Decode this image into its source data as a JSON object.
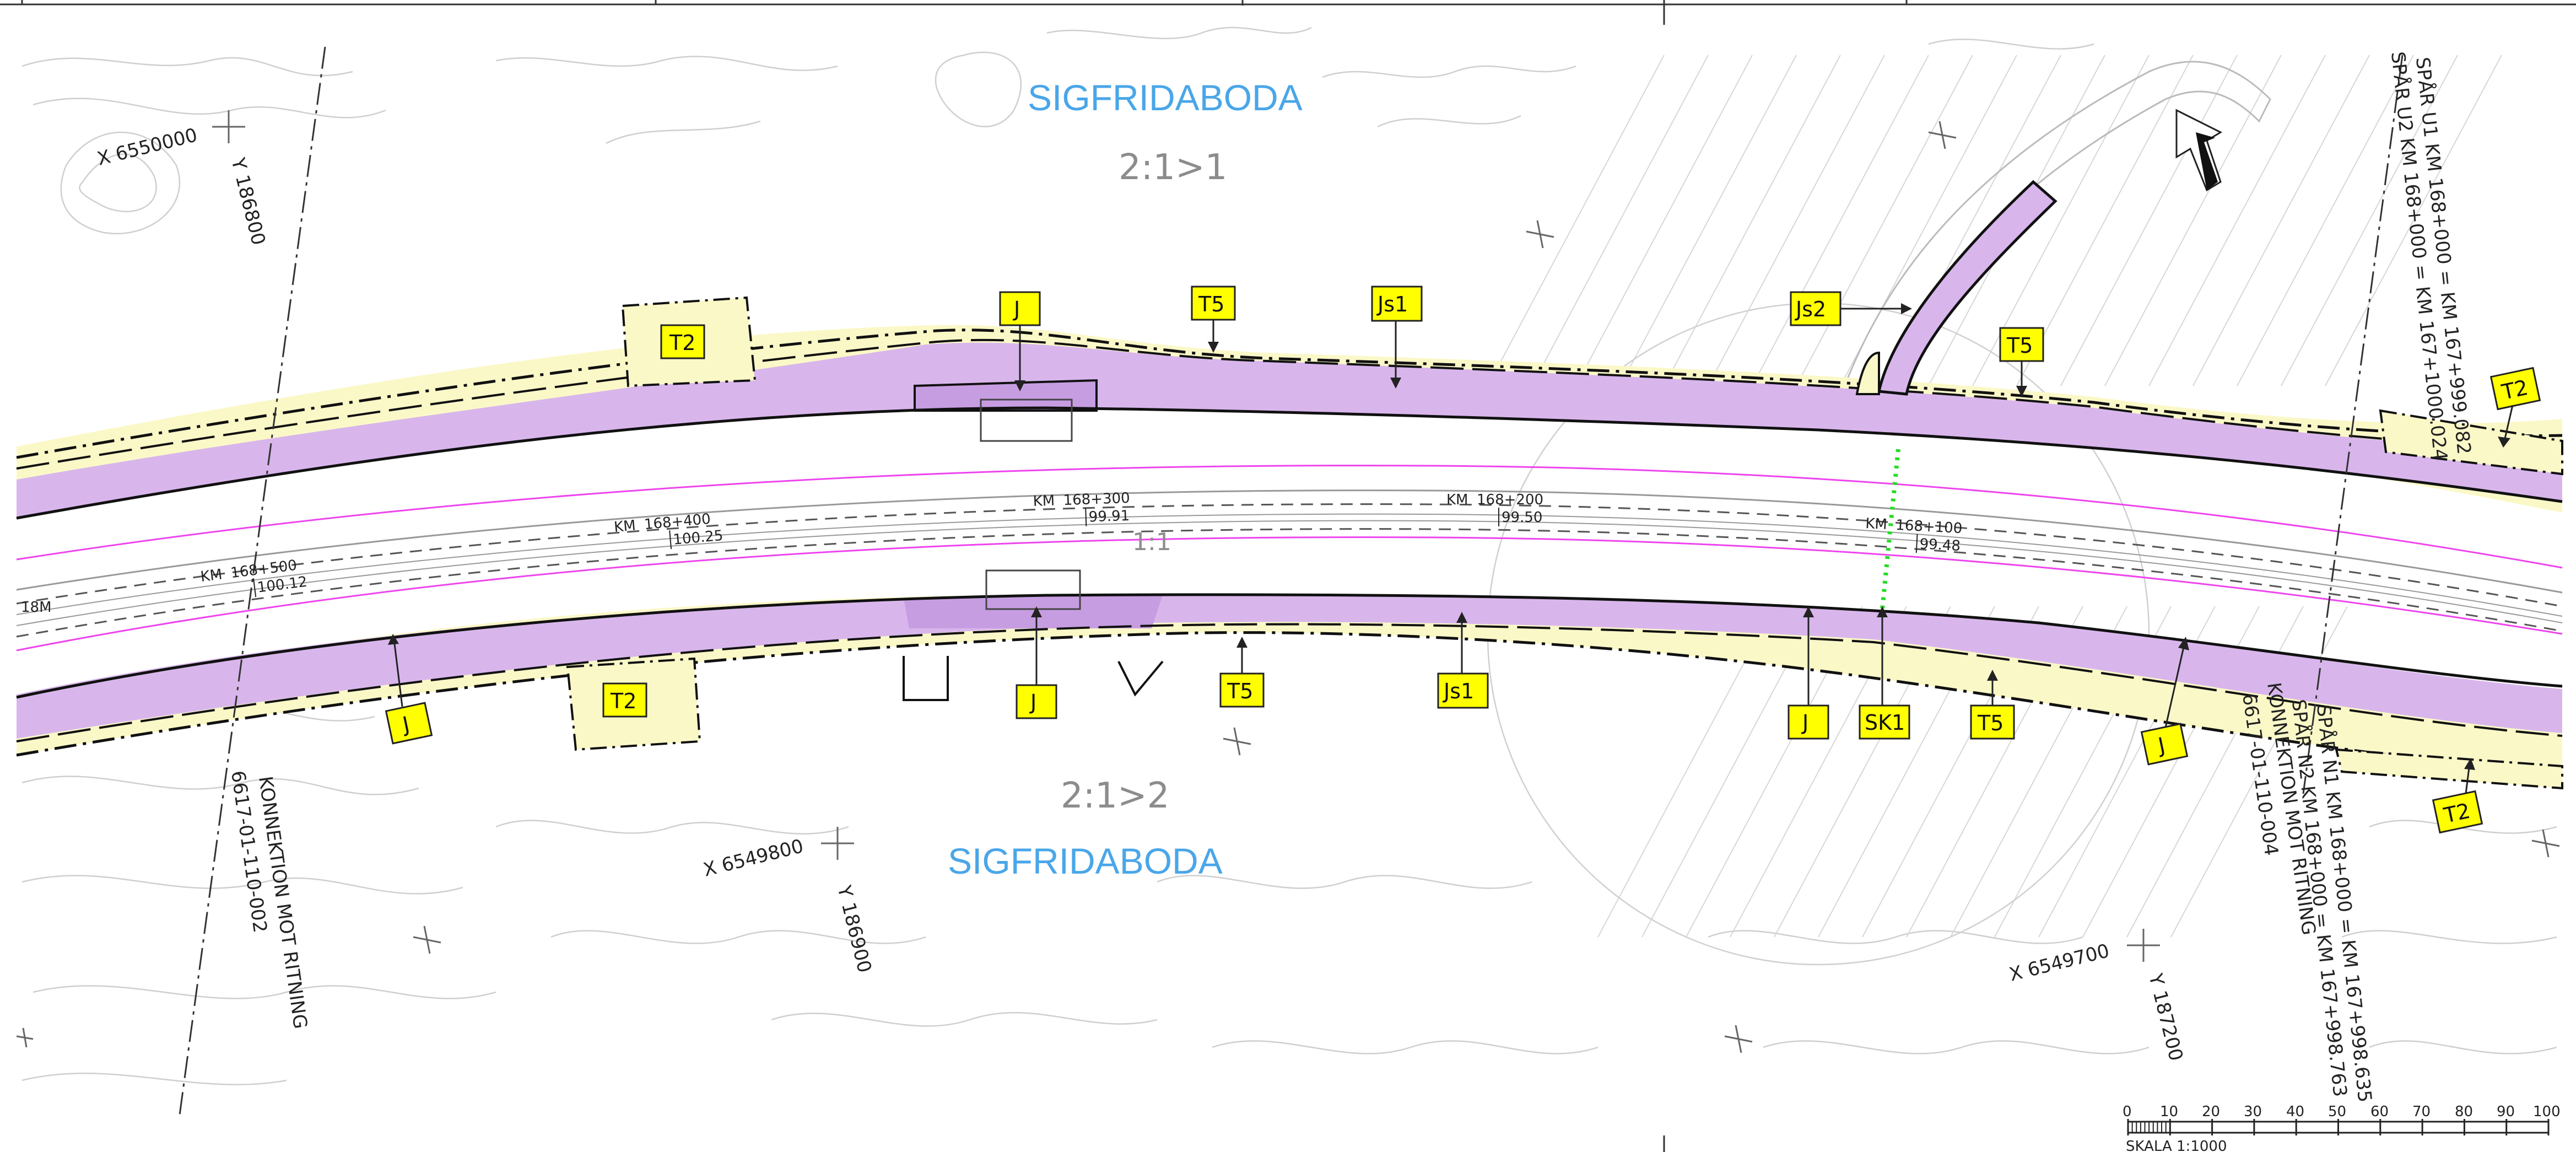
{
  "colors": {
    "zone_purple": "#d8b6ec",
    "zone_purple_dark": "#c79de2",
    "zone_yellow": "#fbf8c8",
    "rail_magenta": "#ee44ee",
    "place_blue": "#4aa6e8",
    "label_yellow": "#ffff00",
    "green_dots": "#22dd22"
  },
  "place_names": {
    "north": "SIGFRIDABODA",
    "south": "SIGFRIDABODA"
  },
  "property_ids": {
    "north": "2:1>1",
    "south": "2:1>2",
    "center": "1:1"
  },
  "coordinates": {
    "x_6550000": "X 6550000",
    "y_186800": "Y 186800",
    "x_6549800": "X 6549800",
    "y_186900": "Y 186900",
    "x_6549700": "X 6549700",
    "y_187200": "Y 187200"
  },
  "km_markers": [
    {
      "km_label": "KM",
      "km": "168+500",
      "value": "100.12"
    },
    {
      "km_label": "KM",
      "km": "168+400",
      "value": "100.25"
    },
    {
      "km_label": "KM",
      "km": "168+300",
      "value": "99.91"
    },
    {
      "km_label": "KM",
      "km": "168+200",
      "value": "99.50"
    },
    {
      "km_label": "KM",
      "km": "168+100",
      "value": "99.48"
    }
  ],
  "track_stub": "18M",
  "connection_notes": {
    "left": "KONNEKTION MOT RITNING",
    "left_id": "6617-01-110-002",
    "right": "KONNEKTION MOT RITNING",
    "right_id": "6617-01-110-004",
    "spar_u1": "SPÅR U1 KM 168+000 = KM 167+999.082",
    "spar_u2": "SPÅR U2 KM 168+000 = KM 167+1000.024",
    "spar_n1": "SPÅR N1 KM 168+000 = KM 167+998.635",
    "spar_n2": "SPÅR N2 KM 168+000 = KM 167+998.763"
  },
  "code_labels": {
    "north": [
      "T2",
      "J",
      "T5",
      "Js1",
      "Js2",
      "T5",
      "T2"
    ],
    "south": [
      "J",
      "T2",
      "J",
      "T5",
      "Js1",
      "J",
      "SK1",
      "T5",
      "J",
      "T2"
    ]
  },
  "scale_bar": {
    "ticks": [
      "0",
      "10",
      "20",
      "30",
      "40",
      "50",
      "60",
      "70",
      "80",
      "90",
      "100"
    ],
    "label": "SKALA 1:1000"
  }
}
